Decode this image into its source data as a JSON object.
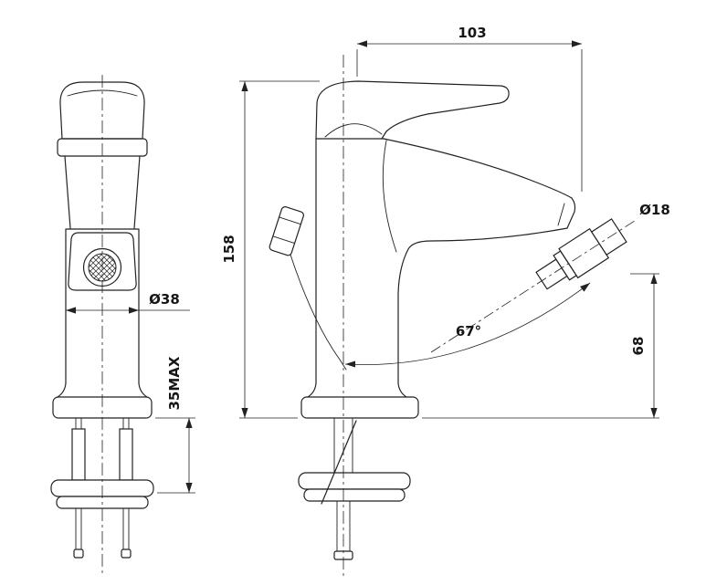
{
  "labels": {
    "front": {
      "body_diameter": "Ø38",
      "deck_thickness_max": "35MAX"
    },
    "side": {
      "spout_depth": "103",
      "overall_height": "158",
      "aerator_diameter": "Ø18",
      "spray_angle": "67°",
      "outlet_height": "68"
    }
  },
  "colors": {
    "line": "#222222",
    "background": "#ffffff"
  }
}
